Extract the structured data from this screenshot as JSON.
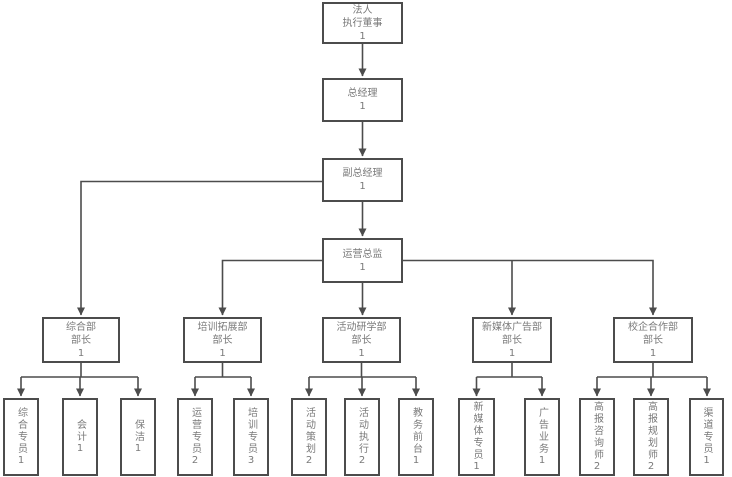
{
  "org_chart": {
    "chain": [
      {
        "title": "法人\n执行董事",
        "count": "1"
      },
      {
        "title": "总经理",
        "count": "1"
      },
      {
        "title": "副总经理",
        "count": "1"
      },
      {
        "title": "运营总监",
        "count": "1"
      }
    ],
    "departments": [
      {
        "title": "综合部\n部长",
        "count": "1"
      },
      {
        "title": "培训拓展部\n部长",
        "count": "1"
      },
      {
        "title": "活动研学部\n部长",
        "count": "1"
      },
      {
        "title": "新媒体广告部\n部长",
        "count": "1"
      },
      {
        "title": "校企合作部\n部长",
        "count": "1"
      }
    ],
    "staff": [
      {
        "title": "综合专员",
        "count": "1"
      },
      {
        "title": "会计",
        "count": "1"
      },
      {
        "title": "保洁",
        "count": "1"
      },
      {
        "title": "运营专员",
        "count": "2"
      },
      {
        "title": "培训专员",
        "count": "3"
      },
      {
        "title": "活动策划",
        "count": "2"
      },
      {
        "title": "活动执行",
        "count": "2"
      },
      {
        "title": "教务前台",
        "count": "1"
      },
      {
        "title": "新媒体专员",
        "count": "1"
      },
      {
        "title": "广告业务",
        "count": "1"
      },
      {
        "title": "高报咨询师",
        "count": "2"
      },
      {
        "title": "高报规划师",
        "count": "2"
      },
      {
        "title": "渠道专员",
        "count": "1"
      }
    ],
    "colors": {
      "line": "#4c4c4c",
      "border": "#4c4c4c",
      "text": "#7a7a7a",
      "node_fill": "#ffffff",
      "background": "#ffffff"
    }
  }
}
